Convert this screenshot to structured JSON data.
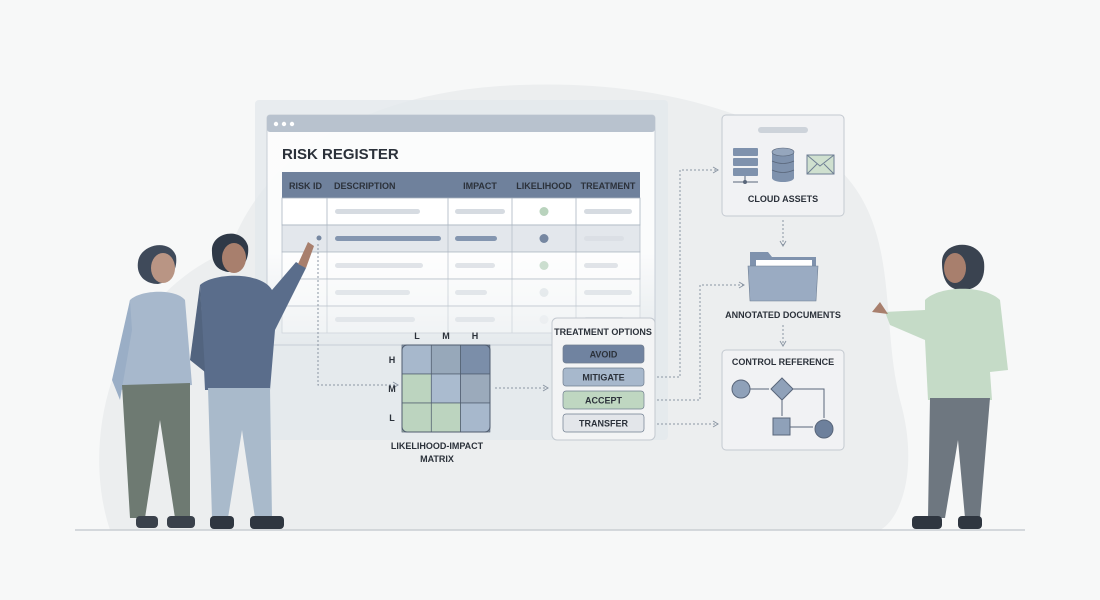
{
  "register": {
    "title": "RISK REGISTER",
    "columns": [
      "RISK ID",
      "DESCRIPTION",
      "IMPACT",
      "LIKELIHOOD",
      "TREATMENT"
    ],
    "highlighted_row": 2
  },
  "matrix": {
    "col_labels": [
      "L",
      "M",
      "H"
    ],
    "row_labels": [
      "H",
      "M",
      "L"
    ],
    "label_line1": "LIKELIHOOD-IMPACT",
    "label_line2": "MATRIX"
  },
  "treatment": {
    "title": "TREATMENT OPTIONS",
    "options": [
      "AVOID",
      "MITIGATE",
      "ACCEPT",
      "TRANSFER"
    ]
  },
  "cloud_assets": {
    "label": "CLOUD ASSETS",
    "icons": [
      "server-icon",
      "database-icon",
      "mail-icon"
    ]
  },
  "documents": {
    "label": "ANNOTATED DOCUMENTS",
    "icon": "folder-icon"
  },
  "control_reference": {
    "title": "CONTROL REFERENCE",
    "icon": "flowchart-icon"
  },
  "colors": {
    "header": "#6f819c",
    "green": "#b9d3bd",
    "slate": "#8fa3bd",
    "dark": "#5f7392"
  }
}
